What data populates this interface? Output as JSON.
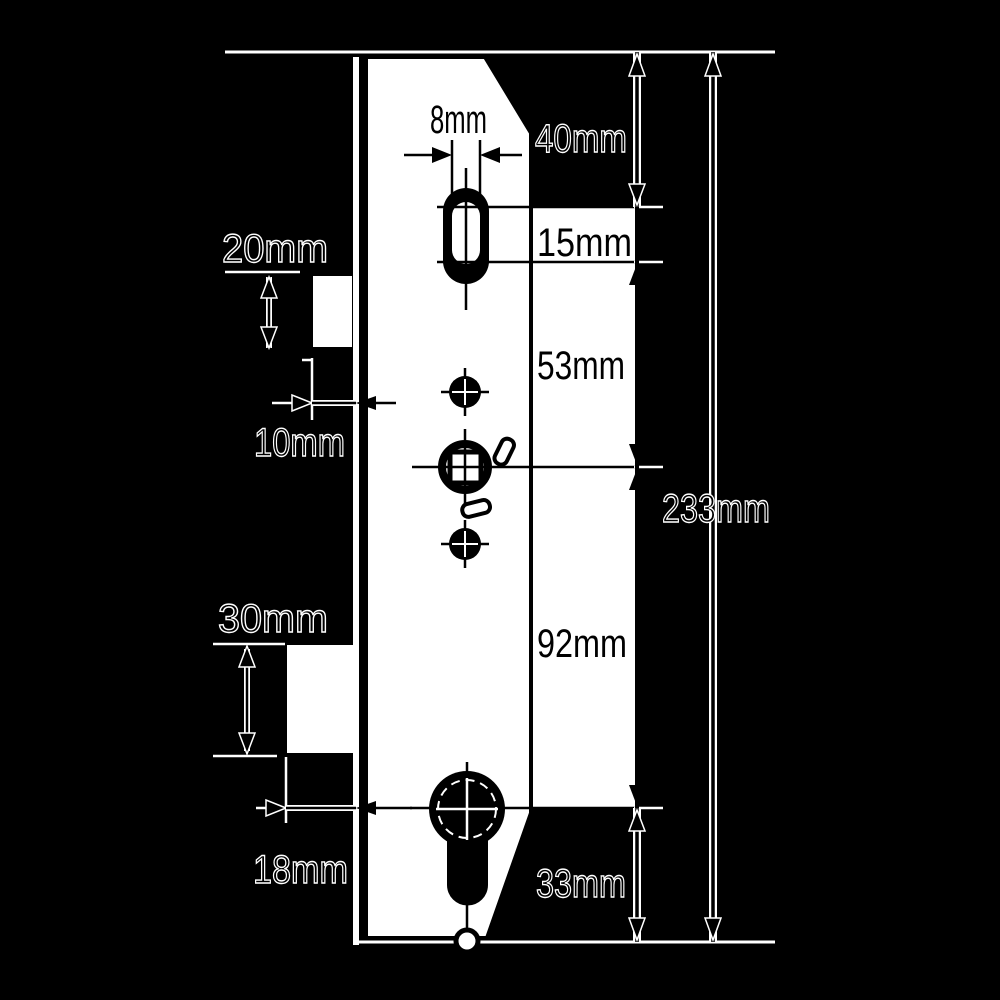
{
  "diagram": {
    "labels": {
      "slot_width": "8mm",
      "top_to_slot": "40mm",
      "slot_length": "15mm",
      "latch_height": "20mm",
      "slot_to_spindle": "53mm",
      "latch_projection": "10mm",
      "overall_length": "233mm",
      "deadbolt_height": "30mm",
      "spindle_to_cylinder": "92mm",
      "deadbolt_projection": "18mm",
      "cylinder_to_bottom": "33mm"
    },
    "colors": {
      "background": "#000000",
      "lines_on_black": "#ffffff",
      "lines_on_white": "#000000",
      "body_fill": "#ffffff"
    }
  }
}
